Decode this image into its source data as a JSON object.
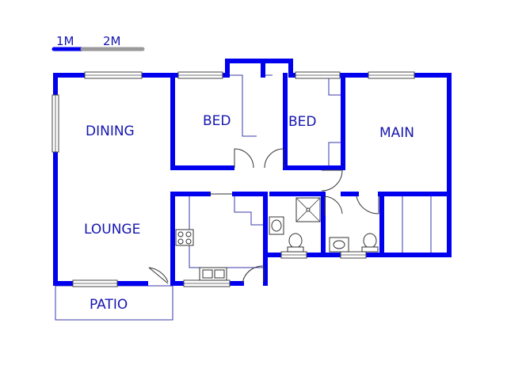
{
  "scale": {
    "label_1": "1M",
    "label_2": "2M"
  },
  "rooms": {
    "dining": "DINING",
    "lounge": "LOUNGE",
    "bed_1": "BED",
    "bed_2": "BED",
    "main": "MAIN",
    "patio": "PATIO"
  },
  "colors": {
    "wall": "#0000ee",
    "label": "#1515b0",
    "line": "#3a3aa8"
  }
}
